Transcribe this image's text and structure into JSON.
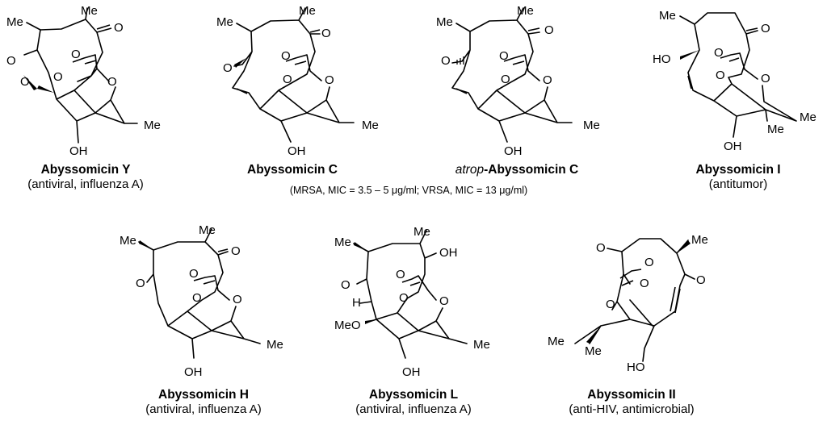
{
  "compounds": [
    {
      "name": "Abyssomicin Y",
      "activity": "(antiviral, influenza A)",
      "labels": {
        "me1": "Me",
        "me2": "Me",
        "me3": "Me",
        "o1": "O",
        "o2": "O",
        "o3": "O",
        "o4": "O",
        "o5": "O",
        "o6": "O",
        "oh": "OH"
      }
    },
    {
      "name": "Abyssomicin C",
      "activity": "(MRSA, MIC = 3.5 – 5 μg/ml; VRSA, MIC = 13 μg/ml)",
      "labels": {
        "me1": "Me",
        "me2": "Me",
        "me3": "Me",
        "o1": "O",
        "o2": "O",
        "o3": "O",
        "o4": "O",
        "o5": "O",
        "oh": "OH"
      }
    },
    {
      "name_italic": "atrop",
      "name_rest": "-Abyssomicin C",
      "labels": {
        "me1": "Me",
        "me2": "Me",
        "me3": "Me",
        "o1": "O",
        "o2": "O",
        "o3": "O",
        "o4": "O",
        "o5": "O",
        "oh": "OH"
      }
    },
    {
      "name": "Abyssomicin I",
      "activity": "(antitumor)",
      "labels": {
        "me1": "Me",
        "me2": "Me",
        "me3": "Me",
        "ho": "HO",
        "o1": "O",
        "o2": "O",
        "o3": "O",
        "o4": "O",
        "oh": "OH"
      }
    },
    {
      "name": "Abyssomicin H",
      "activity": "(antiviral, influenza A)",
      "labels": {
        "me1": "Me",
        "me2": "Me",
        "me3": "Me",
        "o1": "O",
        "o2": "O",
        "o3": "O",
        "o4": "O",
        "o5": "O",
        "oh": "OH"
      }
    },
    {
      "name": "Abyssomicin L",
      "activity": "(antiviral, influenza A)",
      "labels": {
        "me1": "Me",
        "me2": "Me",
        "me3": "Me",
        "oh1": "OH",
        "o1": "O",
        "o2": "O",
        "o3": "O",
        "o4": "O",
        "h": "H",
        "meo": "MeO",
        "oh2": "OH"
      }
    },
    {
      "name": "Abyssomicin II",
      "activity": "(anti-HIV, antimicrobial)",
      "labels": {
        "me1": "Me",
        "me2": "Me",
        "me3": "Me",
        "o1": "O",
        "o2": "O",
        "o3": "O",
        "o4": "O",
        "o5": "O",
        "ho": "HO"
      }
    }
  ]
}
